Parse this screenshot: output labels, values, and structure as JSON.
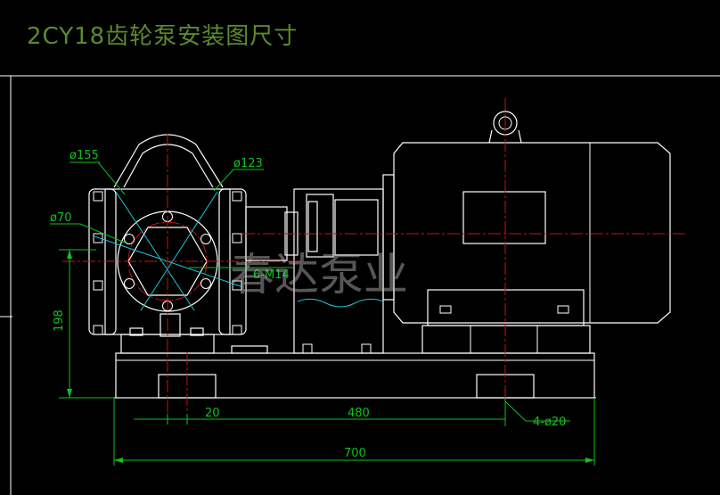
{
  "title": "2CY18齿轮泵安装图尺寸",
  "watermark": "春达泵业",
  "dimensions": {
    "d155": "ø155",
    "d123": "ø123",
    "d70": "ø70",
    "bolts": "6-M14",
    "height": "198",
    "d20": "20",
    "d480": "480",
    "holes": "4-ø20",
    "d700": "700"
  },
  "colors": {
    "title": "#5c8a2e",
    "dimension": "#10c020",
    "centerline": "#d01010",
    "hatch": "#18c8d8",
    "outline": "#ffffff"
  }
}
